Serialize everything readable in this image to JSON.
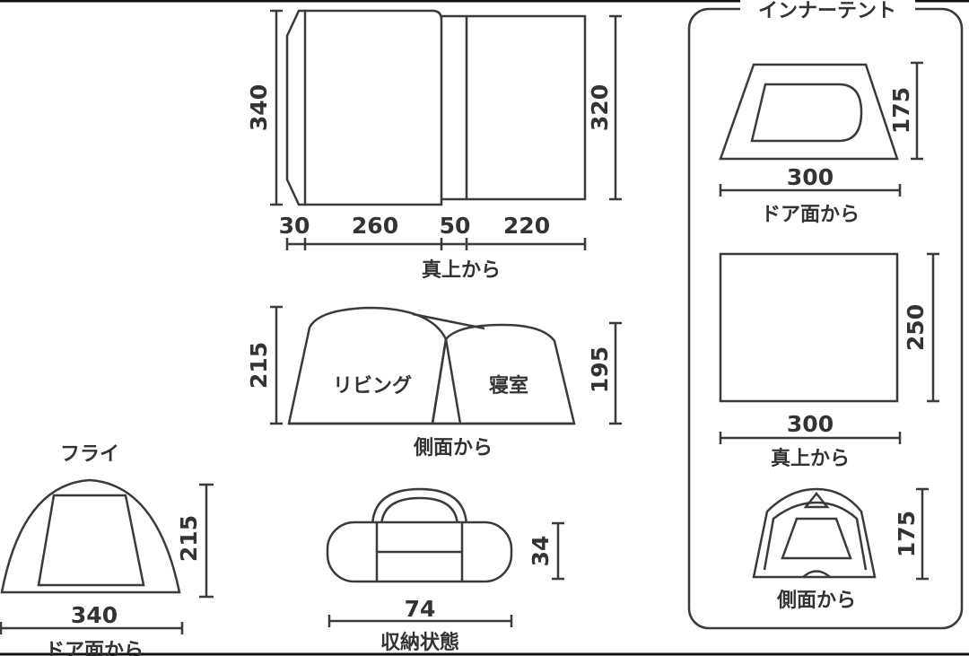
{
  "top_view": {
    "caption": "真上から",
    "width_segments": [
      "30",
      "260",
      "50",
      "220"
    ],
    "left_height": "340",
    "right_height": "320"
  },
  "side_view": {
    "caption": "側面から",
    "left_height": "215",
    "right_height": "195",
    "living_label": "リビング",
    "bedroom_label": "寝室"
  },
  "fly": {
    "title": "フライ",
    "height": "215",
    "width": "340",
    "caption": "ドア面から"
  },
  "storage": {
    "length": "74",
    "height": "34",
    "caption": "収納状態"
  },
  "inner_tent": {
    "title": "インナーテント",
    "door_view": {
      "height": "175",
      "width": "300",
      "caption": "ドア面から"
    },
    "top_view": {
      "height": "250",
      "width": "300",
      "caption": "真上から"
    },
    "side_view": {
      "height": "175",
      "caption": "側面から"
    }
  }
}
